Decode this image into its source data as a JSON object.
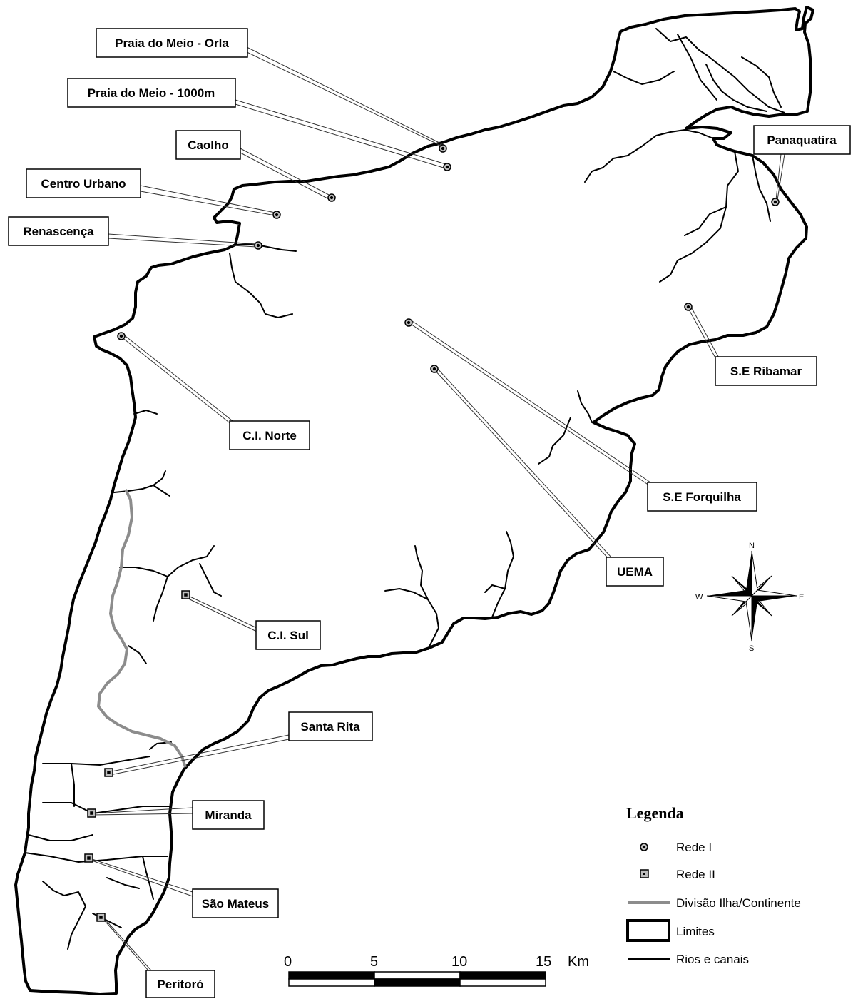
{
  "colors": {
    "boundary": "#000000",
    "rivers": "#000000",
    "division": "#8c8c8c",
    "marker_fill": "#bdbdbd",
    "label_box": "#ffffff"
  },
  "stations": {
    "praia_orla": "Praia do Meio - Orla",
    "praia_1000": "Praia do Meio - 1000m",
    "caolho": "Caolho",
    "centro_urbano": "Centro Urbano",
    "renascenca": "Renascença",
    "panaquatira": "Panaquatira",
    "se_ribamar": "S.E Ribamar",
    "ci_norte": "C.I. Norte",
    "se_forquilha": "S.E Forquilha",
    "uema": "UEMA",
    "ci_sul": "C.I. Sul",
    "santa_rita": "Santa Rita",
    "miranda": "Miranda",
    "sao_mateus": "São Mateus",
    "peritoro": "Peritoró"
  },
  "legend": {
    "title": "Legenda",
    "rede1": "Rede I",
    "rede2": "Rede II",
    "divisao": "Divisão Ilha/Continente",
    "limites": "Limites",
    "rios": "Rios e canais"
  },
  "scale": {
    "ticks": [
      "0",
      "5",
      "10",
      "15"
    ],
    "unit": "Km"
  },
  "compass": {
    "n": "N",
    "s": "S",
    "e": "E",
    "w": "W"
  }
}
